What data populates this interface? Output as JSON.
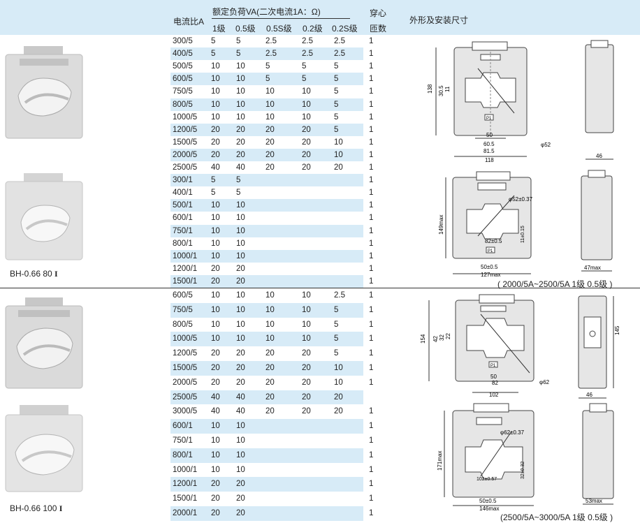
{
  "header": {
    "ratio": "电流比A",
    "load_group": "额定负荷VA(二次电流1A：Ω)",
    "classes": [
      "1级",
      "0.5级",
      "0.5S级",
      "0.2级",
      "0.2S级"
    ],
    "turns_top": "穿心",
    "turns_bottom": "匝数",
    "outline": "外形及安装尺寸"
  },
  "section1": {
    "model_prefix": "BH-0.66 80 ",
    "model_roman": "I",
    "note": "( 2000/5A~2500/5A 1级 0.5级 )",
    "rows": [
      [
        "300/5",
        "5",
        "5",
        "2.5",
        "2.5",
        "2.5",
        "1"
      ],
      [
        "400/5",
        "5",
        "5",
        "2.5",
        "2.5",
        "2.5",
        "1"
      ],
      [
        "500/5",
        "10",
        "10",
        "5",
        "5",
        "5",
        "1"
      ],
      [
        "600/5",
        "10",
        "10",
        "5",
        "5",
        "5",
        "1"
      ],
      [
        "750/5",
        "10",
        "10",
        "10",
        "10",
        "5",
        "1"
      ],
      [
        "800/5",
        "10",
        "10",
        "10",
        "10",
        "5",
        "1"
      ],
      [
        "1000/5",
        "10",
        "10",
        "10",
        "10",
        "5",
        "1"
      ],
      [
        "1200/5",
        "20",
        "20",
        "20",
        "20",
        "5",
        "1"
      ],
      [
        "1500/5",
        "20",
        "20",
        "20",
        "20",
        "10",
        "1"
      ],
      [
        "2000/5",
        "20",
        "20",
        "20",
        "20",
        "10",
        "1"
      ],
      [
        "2500/5",
        "40",
        "40",
        "20",
        "20",
        "20",
        "1"
      ],
      [
        "300/1",
        "5",
        "5",
        "",
        "",
        "",
        "1"
      ],
      [
        "400/1",
        "5",
        "5",
        "",
        "",
        "",
        "1"
      ],
      [
        "500/1",
        "10",
        "10",
        "",
        "",
        "",
        "1"
      ],
      [
        "600/1",
        "10",
        "10",
        "",
        "",
        "",
        "1"
      ],
      [
        "750/1",
        "10",
        "10",
        "",
        "",
        "",
        "1"
      ],
      [
        "800/1",
        "10",
        "10",
        "",
        "",
        "",
        "1"
      ],
      [
        "1000/1",
        "10",
        "10",
        "",
        "",
        "",
        "1"
      ],
      [
        "1200/1",
        "20",
        "20",
        "",
        "",
        "",
        "1"
      ],
      [
        "1500/1",
        "20",
        "20",
        "",
        "",
        "",
        "1"
      ]
    ],
    "dims_a": {
      "h": "138",
      "slot1": "30.5",
      "slot2": "11",
      "w1": "50",
      "w2": "60.5",
      "w3": "81.5",
      "w4": "118",
      "hole": "φ52",
      "depth": "46",
      "mark": "P1"
    },
    "dims_b": {
      "h": "149max",
      "hole": "φ52±0.37",
      "w1": "82±0.5",
      "h2": "11±0.15",
      "w2": "50±0.5",
      "w3": "127max",
      "depth": "47max",
      "mark": "P1"
    }
  },
  "section2": {
    "model_prefix": "BH-0.66 100 ",
    "model_roman": "I",
    "note": "(2500/5A~3000/5A 1级 0.5级 )",
    "rows": [
      [
        "600/5",
        "10",
        "10",
        "10",
        "10",
        "2.5",
        "1"
      ],
      [
        "750/5",
        "10",
        "10",
        "10",
        "10",
        "5",
        "1"
      ],
      [
        "800/5",
        "10",
        "10",
        "10",
        "10",
        "5",
        "1"
      ],
      [
        "1000/5",
        "10",
        "10",
        "10",
        "10",
        "5",
        "1"
      ],
      [
        "1200/5",
        "20",
        "20",
        "20",
        "20",
        "5",
        "1"
      ],
      [
        "1500/5",
        "20",
        "20",
        "20",
        "20",
        "10",
        "1"
      ],
      [
        "2000/5",
        "20",
        "20",
        "20",
        "20",
        "10",
        "1"
      ],
      [
        "2500/5",
        "40",
        "40",
        "20",
        "20",
        "20",
        ""
      ],
      [
        "3000/5",
        "40",
        "40",
        "20",
        "20",
        "20",
        "1"
      ],
      [
        "600/1",
        "10",
        "10",
        "",
        "",
        "",
        "1"
      ],
      [
        "750/1",
        "10",
        "10",
        "",
        "",
        "",
        "1"
      ],
      [
        "800/1",
        "10",
        "10",
        "",
        "",
        "",
        "1"
      ],
      [
        "1000/1",
        "10",
        "10",
        "",
        "",
        "",
        "1"
      ],
      [
        "1200/1",
        "20",
        "20",
        "",
        "",
        "",
        "1"
      ],
      [
        "1500/1",
        "20",
        "20",
        "",
        "",
        "",
        "1"
      ],
      [
        "2000/1",
        "20",
        "20",
        "",
        "",
        "",
        "1"
      ]
    ],
    "dims_a": {
      "h": "154",
      "slot1": "42",
      "slot2": "32",
      "slot3": "22",
      "w1": "50",
      "w2": "82",
      "w3": "102",
      "hole": "φ62",
      "depth": "46",
      "height2": "145",
      "mark": "P1"
    },
    "dims_b": {
      "h": "171max",
      "hole": "φ62±0.37",
      "w1": "102±0.57",
      "h2": "32±0.32",
      "w2": "50±0.5",
      "w3": "146max",
      "depth": "53max",
      "mark": "P1"
    }
  },
  "colors": {
    "band": "#d7ebf7",
    "line": "#333333",
    "photo": "#d9d9d9"
  }
}
